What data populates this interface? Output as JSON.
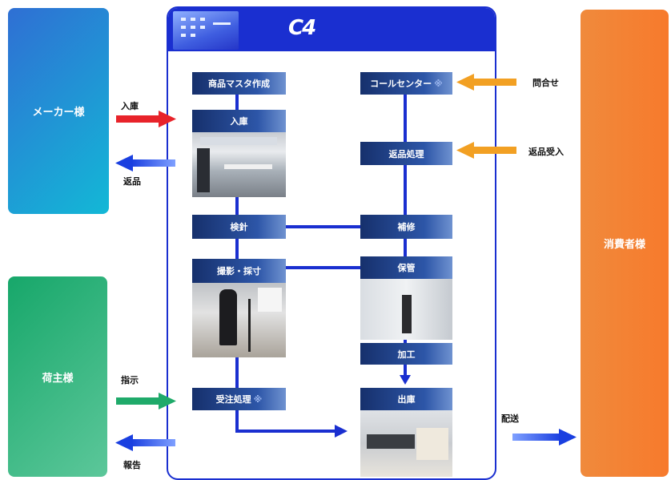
{
  "parties": {
    "maker": "メーカー様",
    "shipper": "荷主様",
    "consumer": "消費者様"
  },
  "logo_text": "C4",
  "steps": {
    "master": "商品マスタ作成",
    "receiving": "入庫",
    "inspection": "検針",
    "photo": "撮影・採寸",
    "order": "受注処理",
    "callcenter": "コールセンター",
    "returns": "返品処理",
    "repair": "補修",
    "storage": "保管",
    "processing": "加工",
    "shipping": "出庫"
  },
  "asterisk_mark": "※",
  "flows": {
    "receiving_in": "入庫",
    "return_out": "返品",
    "instruction": "指示",
    "report": "報告",
    "inquiry": "問合せ",
    "return_accept": "返品受入",
    "delivery": "配送"
  },
  "colors": {
    "frame": "#1a2fd0",
    "flow_line": "#1a2fd0",
    "arrow_red": "#e8232a",
    "arrow_blue": "#1a3fe0",
    "arrow_green": "#1faa6a",
    "arrow_orange": "#f2a023"
  }
}
